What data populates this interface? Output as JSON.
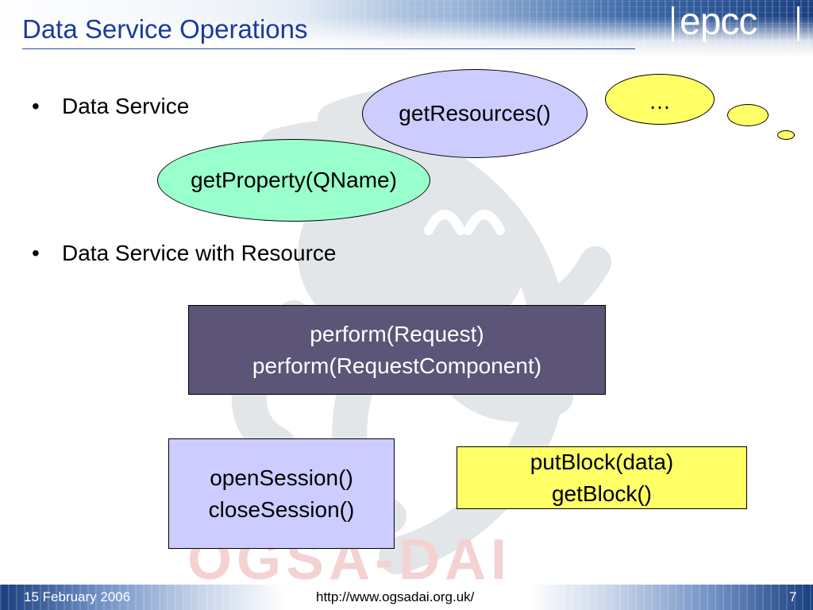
{
  "slide": {
    "title": "Data Service Operations"
  },
  "logo": {
    "text": "epcc"
  },
  "bullets": [
    "Data Service",
    "Data Service with Resource"
  ],
  "bullet_glyph": "•",
  "shapes": {
    "get_resources": "getResources()",
    "ellipsis_bubble": "…",
    "get_property": "getProperty(QName)",
    "perform": [
      "perform(Request)",
      "perform(RequestComponent)"
    ],
    "session": [
      "openSession()",
      "closeSession()"
    ],
    "block": [
      "putBlock(data)",
      "getBlock()"
    ]
  },
  "watermark": {
    "text": "OGSA-DAI"
  },
  "footer": {
    "date": "15 February 2006",
    "url": "http://www.ogsadai.org.uk/",
    "page_number": "7"
  },
  "colors": {
    "title": "#1b3a9c",
    "lavender": "#ccccff",
    "mint": "#99ffcc",
    "dark_purple": "#5c5577",
    "yellow": "#ffff66"
  }
}
